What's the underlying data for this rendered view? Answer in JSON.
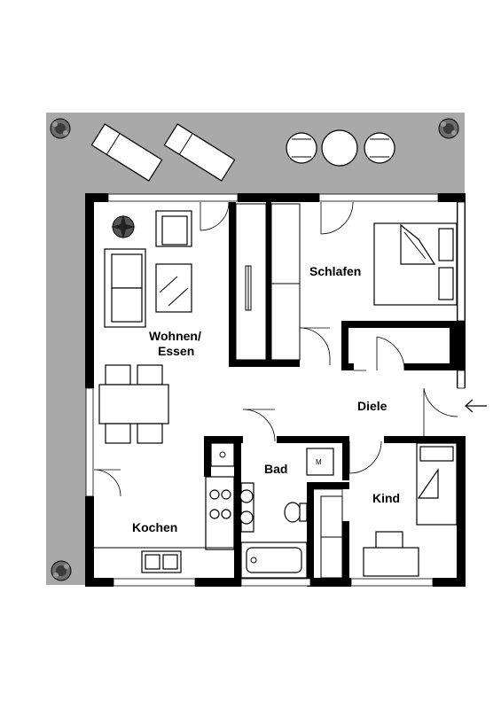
{
  "rooms": {
    "wohnen": "Wohnen/",
    "essen": "Essen",
    "schlafen": "Schlafen",
    "diele": "Diele",
    "bad": "Bad",
    "kind": "Kind",
    "kochen": "Kochen"
  },
  "colors": {
    "terrace": "#a9a9a9",
    "wall": "#000000",
    "background": "#ffffff"
  },
  "icons": {
    "entrance": "arrow-left-icon",
    "plants": "shrub-icon"
  }
}
